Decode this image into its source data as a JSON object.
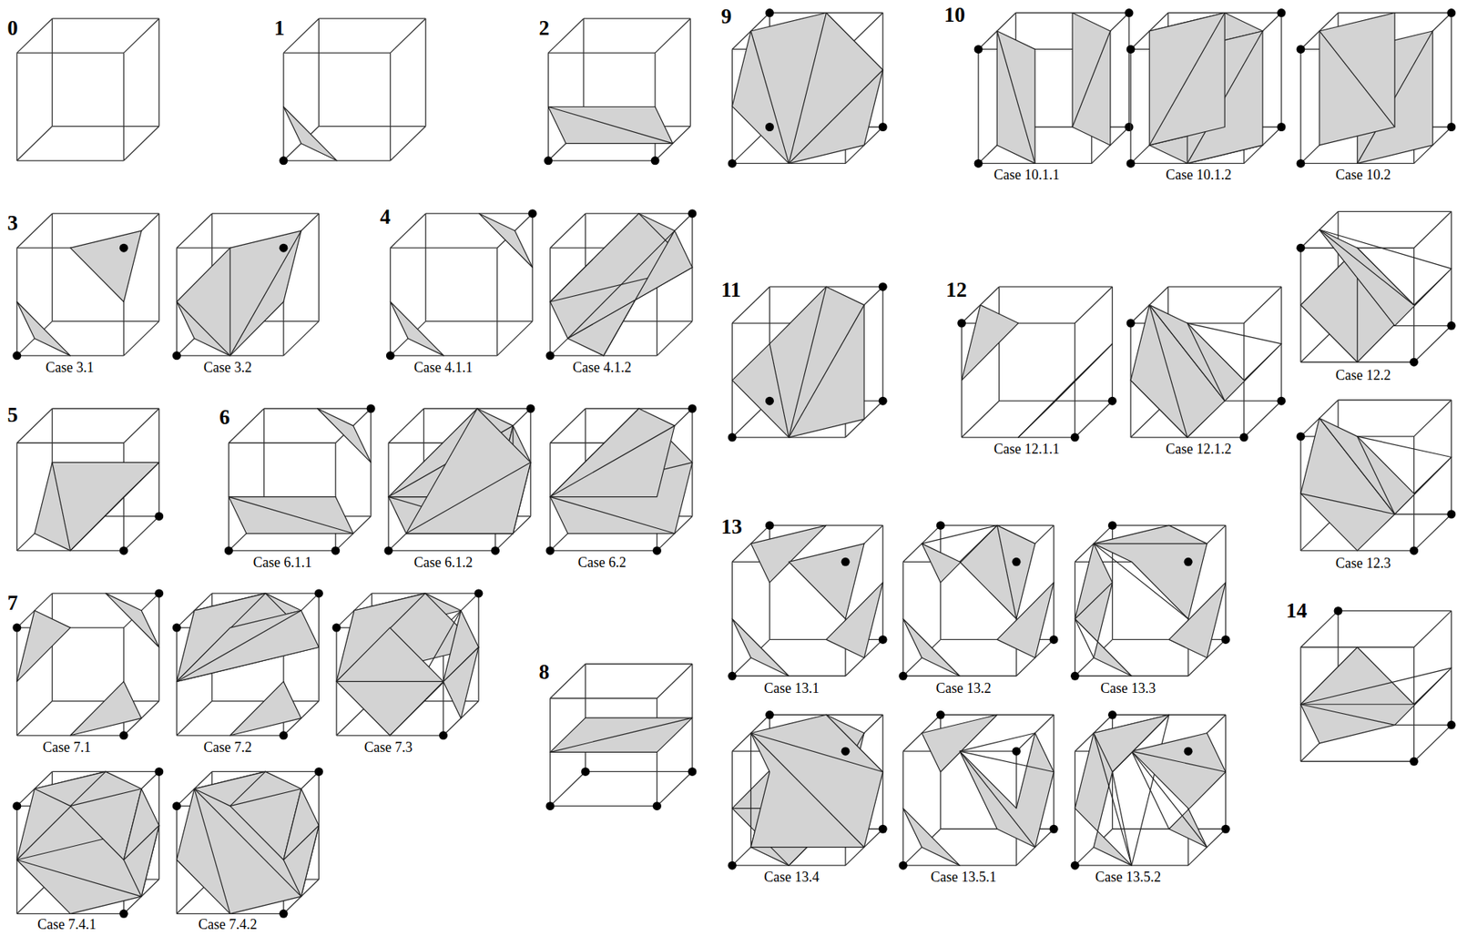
{
  "diagram": {
    "labels": [
      "0",
      "1",
      "2",
      "9",
      "10",
      "Case 10.1.1",
      "Case 10.1.2",
      "Case 10.2",
      "3",
      "Case 3.1",
      "Case 3.2",
      "4",
      "Case 4.1.1",
      "Case 4.1.2",
      "11",
      "12",
      "Case 12.1.1",
      "Case 12.1.2",
      "Case 12.2",
      "5",
      "6",
      "Case 6.1.1",
      "Case 6.1.2",
      "Case 6.2",
      "Case 12.3",
      "7",
      "Case 7.1",
      "Case 7.2",
      "Case 7.3",
      "13",
      "Case 13.1",
      "Case 13.2",
      "Case 13.3",
      "8",
      "14",
      "Case 7.4.1",
      "Case 7.4.2",
      "Case 13.4",
      "Case 13.5.1",
      "Case 13.5.2"
    ]
  }
}
